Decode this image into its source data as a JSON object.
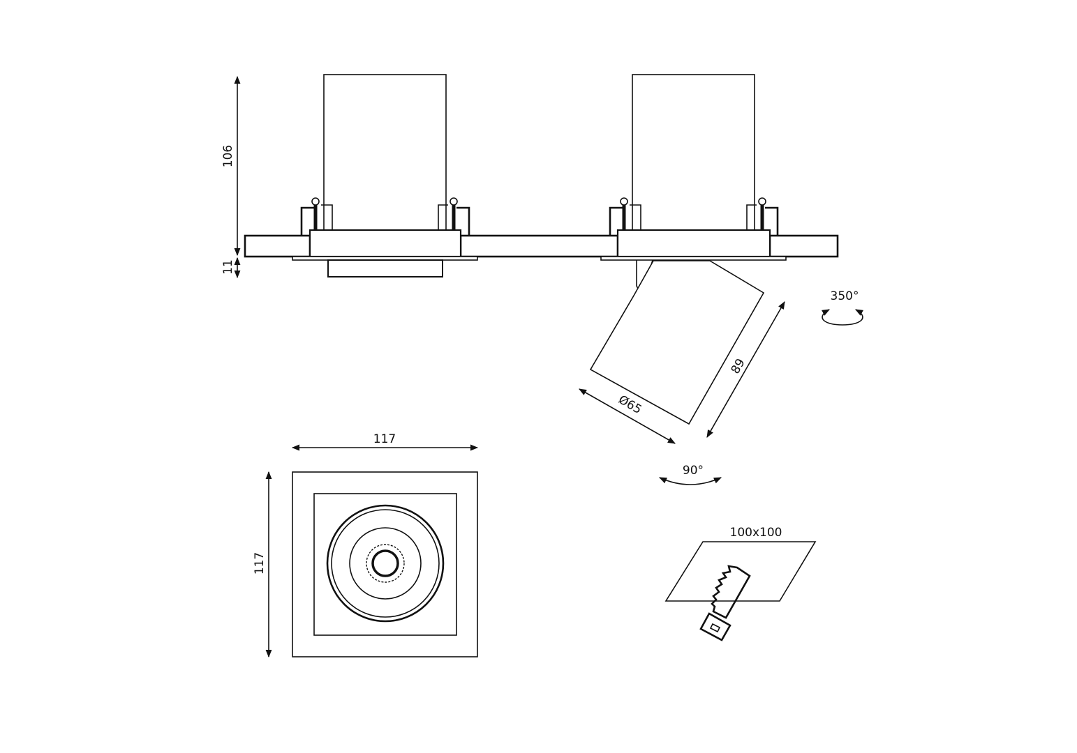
{
  "drawing": {
    "dimensions": {
      "height_body": "106",
      "height_flange": "11",
      "rotation": "350°",
      "cylinder_length": "89",
      "cylinder_diameter": "Ø65",
      "tilt": "90°",
      "width": "117",
      "depth": "117",
      "cutout": "100x100"
    },
    "line_color": "#111111"
  }
}
